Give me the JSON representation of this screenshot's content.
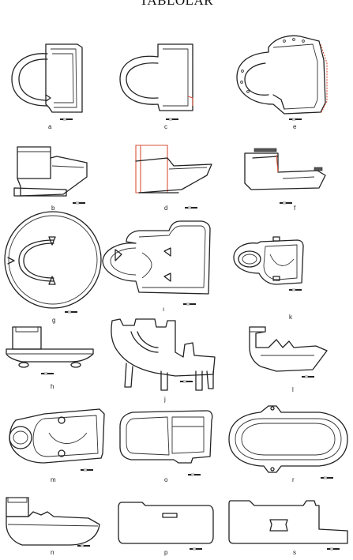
{
  "page": {
    "title": "TABLOLAR",
    "accent_color": "#d9533a",
    "ink_color": "#222222"
  },
  "figures": [
    {
      "label": "a"
    },
    {
      "label": "c"
    },
    {
      "label": "e"
    },
    {
      "label": "b"
    },
    {
      "label": "d"
    },
    {
      "label": "f"
    },
    {
      "label": "g"
    },
    {
      "label": "ı"
    },
    {
      "label": "k"
    },
    {
      "label": "h"
    },
    {
      "label": "j"
    },
    {
      "label": "l"
    },
    {
      "label": "m"
    },
    {
      "label": "o"
    },
    {
      "label": "r"
    },
    {
      "label": "n"
    },
    {
      "label": "p"
    },
    {
      "label": "s"
    }
  ]
}
